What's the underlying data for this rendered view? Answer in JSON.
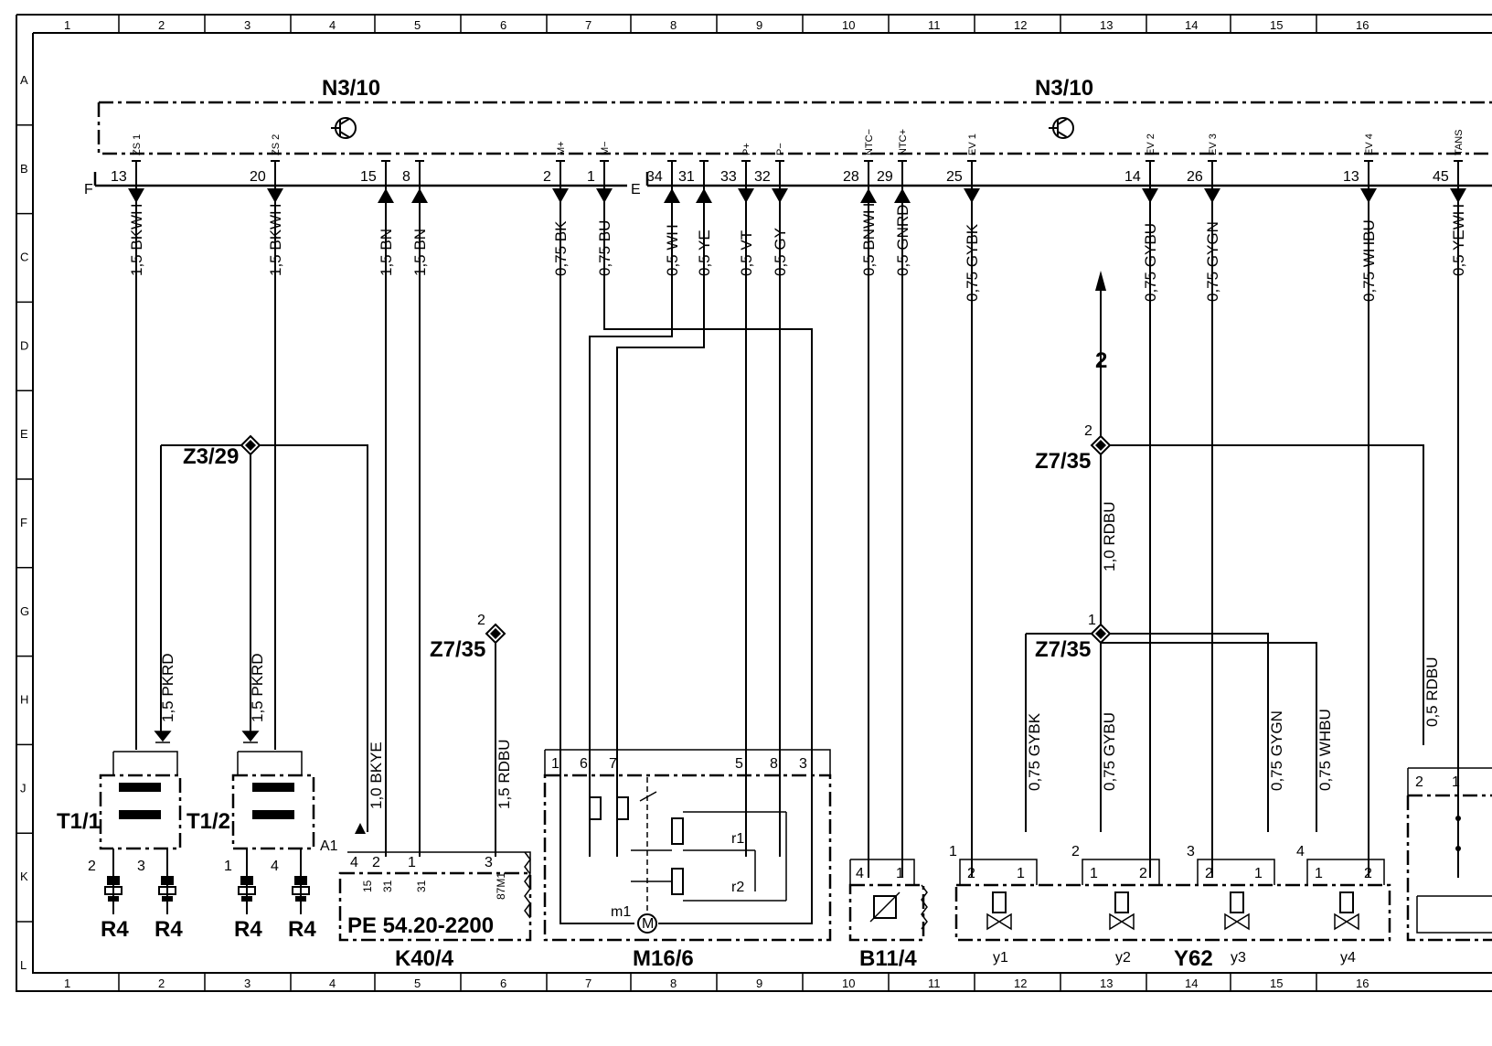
{
  "grid": {
    "columns": [
      "1",
      "2",
      "3",
      "4",
      "5",
      "6",
      "7",
      "8",
      "9",
      "10",
      "11",
      "12",
      "13",
      "14",
      "15",
      "16"
    ],
    "rows": [
      "A",
      "B",
      "C",
      "D",
      "E",
      "F",
      "G",
      "H",
      "J",
      "K",
      "L"
    ]
  },
  "module": {
    "label_left": "N3/10",
    "label_right": "N3/10",
    "connector_f": "F",
    "connector_e": "E"
  },
  "pins": [
    {
      "num": "13",
      "sig": "ZS 1",
      "wire": "1,5 BKWH",
      "dir": "down"
    },
    {
      "num": "20",
      "sig": "ZS 2",
      "wire": "1,5 BKWH",
      "dir": "down"
    },
    {
      "num": "15",
      "sig": "",
      "wire": "1,5 BN",
      "dir": "up"
    },
    {
      "num": "8",
      "sig": "",
      "wire": "1,5 BN",
      "dir": "up"
    },
    {
      "num": "2",
      "sig": "M+",
      "wire": "0,75 BK",
      "dir": "down"
    },
    {
      "num": "1",
      "sig": "M−",
      "wire": "0,75 BU",
      "dir": "down"
    },
    {
      "num": "34",
      "sig": "",
      "wire": "0,5 WH",
      "dir": "up"
    },
    {
      "num": "31",
      "sig": "",
      "wire": "0,5 YE",
      "dir": "up"
    },
    {
      "num": "33",
      "sig": "P+",
      "wire": "0,5 VT",
      "dir": "down"
    },
    {
      "num": "32",
      "sig": "P−",
      "wire": "0,5 GY",
      "dir": "down"
    },
    {
      "num": "28",
      "sig": "NTC−",
      "wire": "0,5 BNWH",
      "dir": "up"
    },
    {
      "num": "29",
      "sig": "NTC+",
      "wire": "0,5 GNRD",
      "dir": "up"
    },
    {
      "num": "25",
      "sig": "EV 1",
      "wire": "0,75 GYBK",
      "dir": "down"
    },
    {
      "num": "14",
      "sig": "EV 2",
      "wire": "0,75 GYBU",
      "dir": "down"
    },
    {
      "num": "26",
      "sig": "EV 3",
      "wire": "0,75 GYGN",
      "dir": "down"
    },
    {
      "num": "13",
      "sig": "EV 4",
      "wire": "0,75 WHBU",
      "dir": "down"
    },
    {
      "num": "45",
      "sig": "TANS",
      "wire": "0,5 YEWH",
      "dir": "down"
    }
  ],
  "splices": {
    "z3_29": "Z3/29",
    "z7_35_left": "Z7/35",
    "z7_35_left_pin": "2",
    "z7_35_top": "Z7/35",
    "z7_35_top_pin": "2",
    "z7_35_mid": "Z7/35",
    "z7_35_mid_pin": "1",
    "arrow_ref": "2"
  },
  "wires": {
    "pkrd_1": "1,5 PKRD",
    "pkrd_2": "1,5 PKRD",
    "bkye": "1,0 BKYE",
    "rdbu_k40": "1,5 RDBU",
    "rdbu_z735": "1,0 RDBU",
    "rdbu_right": "0,5 RDBU",
    "y1": "0,75 GYBK",
    "y2": "0,75 GYBU",
    "y3": "0,75 GYGN",
    "y4": "0,75 WHBU"
  },
  "components": {
    "t1_1": "T1/1",
    "t1_2": "T1/2",
    "t1_1_pins": [
      "2",
      "3"
    ],
    "t1_2_pins": [
      "1",
      "4"
    ],
    "r4": [
      "R4",
      "R4",
      "R4",
      "R4"
    ],
    "k40_4": "K40/4",
    "k40_ref": "PE  54.20-2200",
    "k40_pins": [
      "4",
      "2",
      "1",
      "3"
    ],
    "k40_sub": [
      "15",
      "31",
      "31",
      "87M1"
    ],
    "a1": "A1",
    "m16_6": "M16/6",
    "m16_pins": [
      "1",
      "6",
      "7",
      "5",
      "8",
      "3"
    ],
    "r1": "r1",
    "r2": "r2",
    "m1": "m1",
    "b11_4": "B11/4",
    "b11_pins": [
      "4",
      "1"
    ],
    "y62": "Y62",
    "valves": [
      "y1",
      "y2",
      "y3",
      "y4"
    ],
    "valve_nums": [
      "1",
      "2",
      "3",
      "4"
    ],
    "valve_pins": [
      [
        "2",
        "1"
      ],
      [
        "1",
        "2"
      ],
      [
        "2",
        "1"
      ],
      [
        "1",
        "2"
      ]
    ],
    "right_pins": [
      "2",
      "1"
    ]
  }
}
